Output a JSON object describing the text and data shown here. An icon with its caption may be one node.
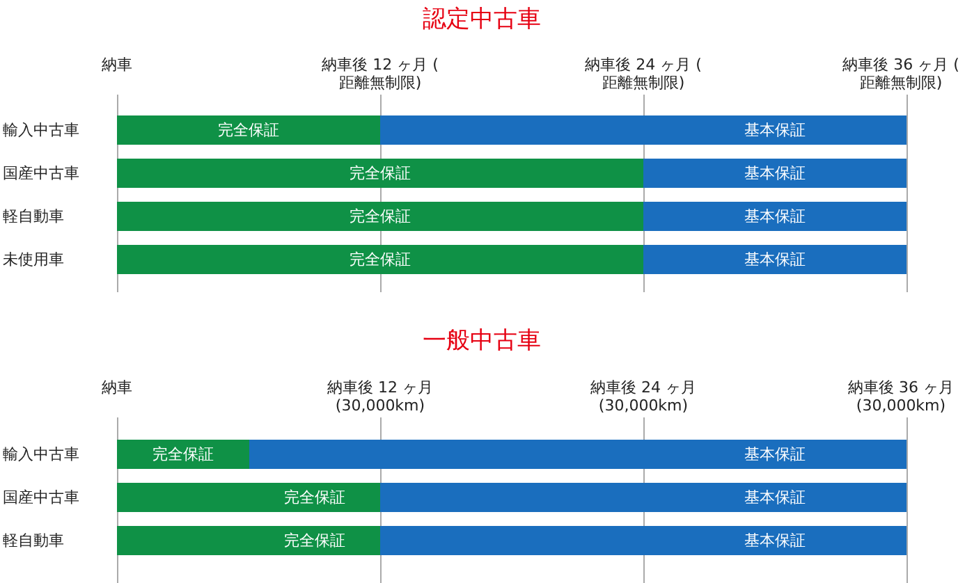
{
  "diagram": {
    "nodes": [
      {
        "text": [
          "完全保証"
        ]
      },
      {
        "text": [
          "基本保証"
        ]
      },
      {
        "text": [
          "完全保証"
        ]
      },
      {
        "text": [
          "基本保証"
        ]
      },
      {
        "text": [
          "完全保証"
        ]
      },
      {
        "text": [
          "基本保証"
        ]
      },
      {
        "text": [
          "完全保証"
        ]
      },
      {
        "text": [
          "基本保証"
        ]
      },
      {
        "text": [
          "完全保証"
        ]
      },
      {
        "text": [
          "基本保証"
        ]
      },
      {
        "text": [
          "完全保証"
        ]
      },
      {
        "text": [
          "基本保証"
        ]
      },
      {
        "text": [
          "完全保証"
        ]
      },
      {
        "text": [
          "基本保証"
        ]
      }
    ],
    "edges": [],
    "labels": [
      "認定中古車",
      "納車",
      "納車後 12 ヶ月 ( 距離無制限)",
      "納車後 24 ヶ月 ( 距離無制限)",
      "納車後 36 ヶ月 ( 距離無制限)",
      "輸入中古車",
      "国産中古車",
      "軽自動車",
      "未使用車",
      "一般中古車",
      "納車",
      "納車後 12 ヶ月 (30,000km)",
      "納車後 24 ヶ月 (30,000km)",
      "納車後 36 ヶ月 (30,000km)",
      "輸入中古車",
      "国産中古車",
      "軽自動車"
    ]
  }
}
